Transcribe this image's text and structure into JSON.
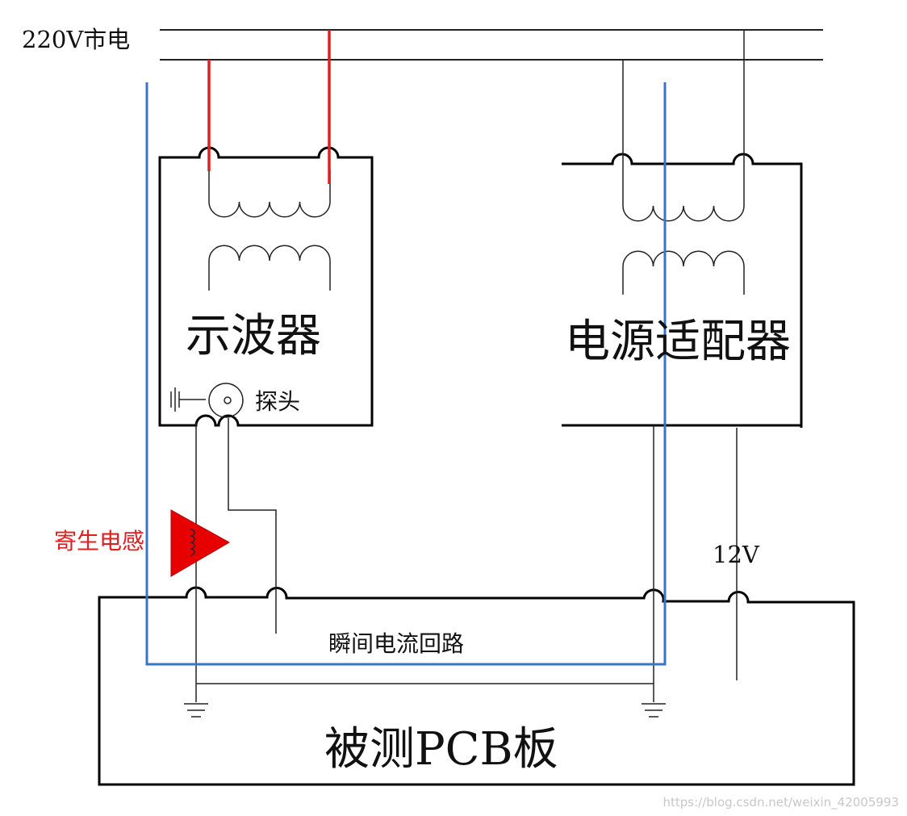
{
  "labels": {
    "mains": "220V市电",
    "oscilloscope": "示波器",
    "adapter": "电源适配器",
    "probe": "探头",
    "parasitic": "寄生电感",
    "voltage": "12V",
    "loop": "瞬间电流回路",
    "pcb": "被测PCB板"
  },
  "watermark": "https://blog.csdn.net/weixin_42005993",
  "colors": {
    "wire": "#222222",
    "box": "#000000",
    "mains_tap": "#e02020",
    "loop": "#3a73c8",
    "parasitic_fill": "#e60000"
  }
}
